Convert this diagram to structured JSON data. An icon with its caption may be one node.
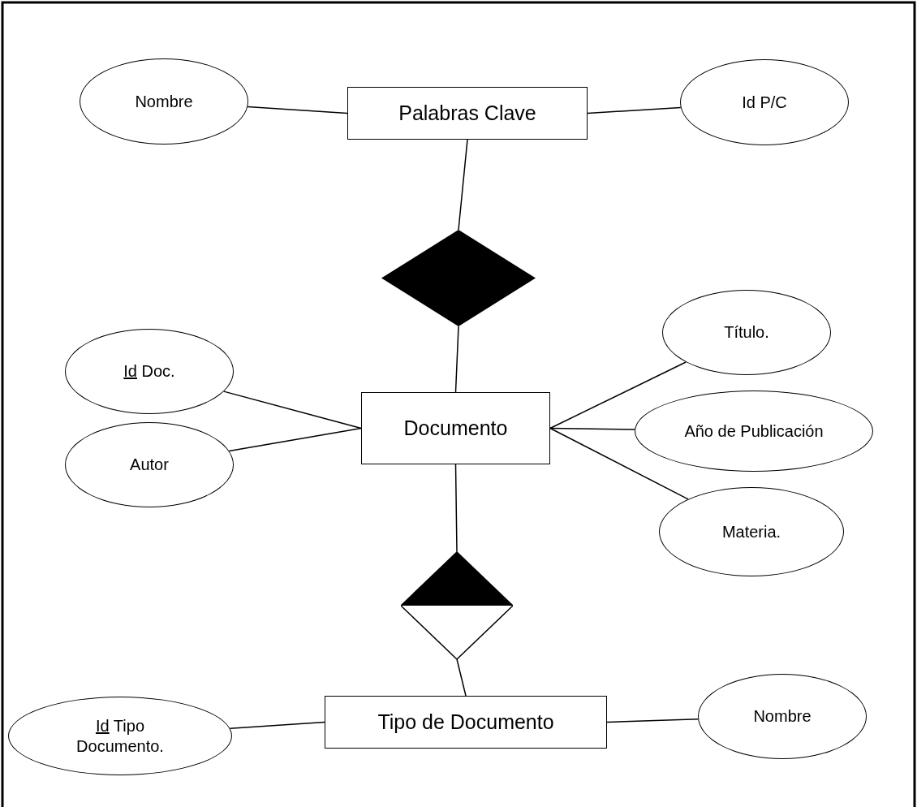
{
  "diagram": {
    "nodes": [
      {
        "text": [
          "Nombre"
        ]
      },
      {
        "text": [
          "Palabras Clave"
        ]
      },
      {
        "text": [
          "Id P/C"
        ]
      },
      {
        "text": [],
        "shape": "diamond"
      },
      {
        "text": [
          "Título."
        ]
      },
      {
        "text": [
          "Id Doc."
        ]
      },
      {
        "text": [
          "Documento"
        ]
      },
      {
        "text": [
          "Año de Publicación"
        ]
      },
      {
        "text": [
          "Autor"
        ]
      },
      {
        "text": [
          "Materia."
        ]
      },
      {
        "text": [],
        "shape": "diamond"
      },
      {
        "text": [
          "Id Tipo Documento."
        ]
      },
      {
        "text": [
          "Tipo de Documento"
        ]
      },
      {
        "text": [
          "Nombre"
        ]
      }
    ],
    "edges": [
      {
        "from": 1,
        "to": 0,
        "arrow": "none"
      },
      {
        "from": 1,
        "to": 2,
        "arrow": "none"
      },
      {
        "from": 1,
        "to": 3,
        "arrow": "none"
      },
      {
        "from": 3,
        "to": 6,
        "arrow": "none"
      },
      {
        "from": 6,
        "to": 5,
        "arrow": "none"
      },
      {
        "from": 6,
        "to": 8,
        "arrow": "none"
      },
      {
        "from": 6,
        "to": 4,
        "arrow": "none"
      },
      {
        "from": 6,
        "to": 7,
        "arrow": "none"
      },
      {
        "from": 6,
        "to": 9,
        "arrow": "none"
      },
      {
        "from": 6,
        "to": 10,
        "arrow": "none"
      },
      {
        "from": 10,
        "to": 12,
        "arrow": "none"
      },
      {
        "from": 12,
        "to": 11,
        "arrow": "none"
      },
      {
        "from": 12,
        "to": 13,
        "arrow": "none"
      }
    ]
  }
}
